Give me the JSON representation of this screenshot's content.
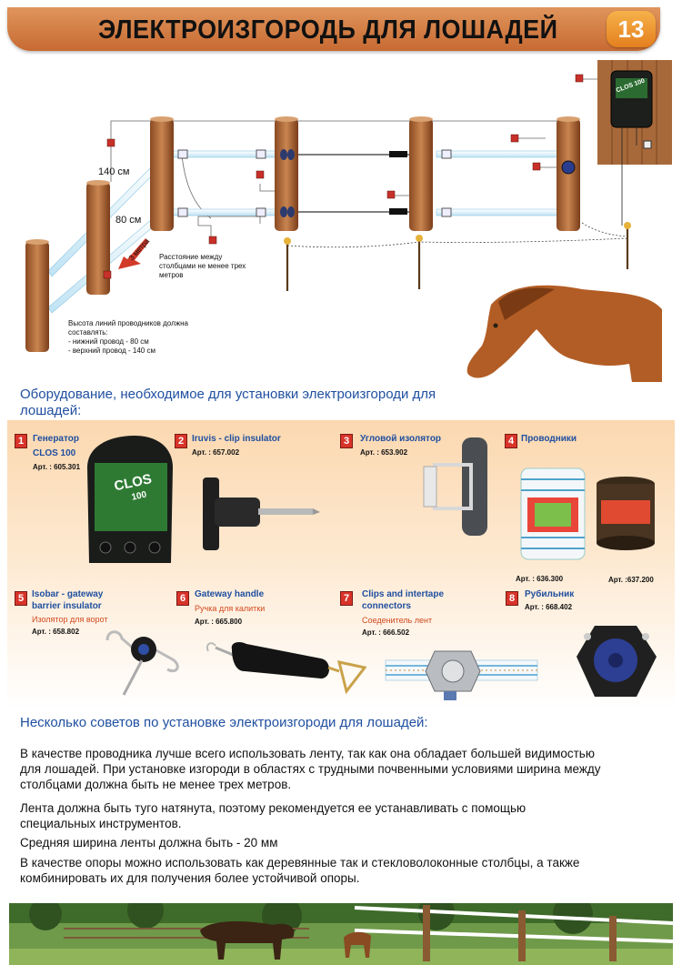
{
  "header": {
    "title": "ЭЛЕКТРОИЗГОРОДЬ ДЛЯ ЛОШАДЕЙ",
    "page_number": "13"
  },
  "diagram": {
    "label_140": "140 см",
    "label_80": "80 см",
    "label_3m": "3 метра",
    "spacing_note": "Расстояние между столбцами не менее трех метров",
    "height_note_title": "Высота линий проводников должна составлять:",
    "height_note_low": "- нижний провод - 80 см",
    "height_note_high": "- верхний провод - 140 см",
    "device_label": "CLOS 100"
  },
  "equipment_heading": "Оборудование, необходимое для установки электроизгороди для лошадей:",
  "equipment": [
    {
      "number": "1",
      "name1": "Генератор",
      "name2": "CLOS 100",
      "sub": "",
      "art": "Арт. : 605.301"
    },
    {
      "number": "2",
      "name1": "Iruvis - clip insulator",
      "name2": "",
      "sub": "",
      "art": "Арт. : 657.002"
    },
    {
      "number": "3",
      "name1": "Угловой изолятор",
      "name2": "",
      "sub": "",
      "art": "Арт. : 653.902"
    },
    {
      "number": "4",
      "name1": "Проводники",
      "name2": "",
      "sub": "",
      "art": "Арт. : 636.300",
      "art2": "Арт. :637.200"
    },
    {
      "number": "5",
      "name1": "Isobar - gateway",
      "name2": "barrier insulator",
      "sub": "Изолятор для ворот",
      "art": "Арт. : 658.802"
    },
    {
      "number": "6",
      "name1": "Gateway handle",
      "name2": "",
      "sub": "Ручка для калитки",
      "art": "Арт. : 665.800"
    },
    {
      "number": "7",
      "name1": "Clips and intertape",
      "name2": "connectors",
      "sub": "Соеденитель лент",
      "art": "Арт. : 666.502"
    },
    {
      "number": "8",
      "name1": "Рубильник",
      "name2": "",
      "sub": "",
      "art": "Арт. : 668.402"
    }
  ],
  "tips": {
    "heading": "Несколько советов по установке электроизгороди для лошадей:",
    "p1_l1": "В качестве проводника лучше всего использовать ленту, так как она обладает большей видимостью",
    "p1_l2": "для лошадей. При установке изгороди в областях с трудными почвенными условиями ширина между",
    "p1_l3": "столбцами должна быть не менее трех метров.",
    "p2_l1": "Лента должна быть туго натянута, поэтому рекомендуется ее устанавливать с помощью",
    "p2_l2": "специальных инструментов.",
    "p3_l1": "Средняя ширина ленты должна быть - 20 мм",
    "p4_l1": "В качестве опоры можно использовать как деревянные так и стекловолоконные столбцы, а также",
    "p4_l2": "комбинировать их для получения более устойчивой опоры."
  },
  "colors": {
    "heading_blue": "#1f4fa0",
    "title_bar": "#d47a3e",
    "badge": "#ee9630",
    "number_red": "#d8342a"
  }
}
